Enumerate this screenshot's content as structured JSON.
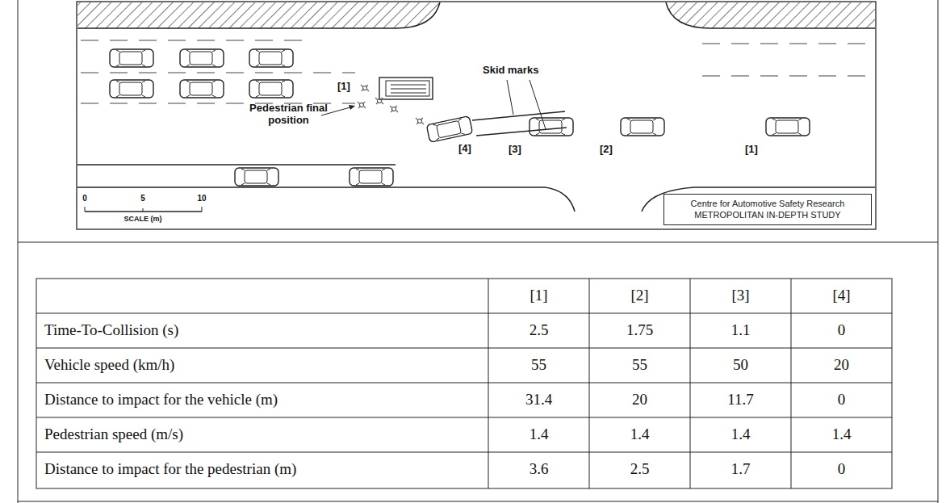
{
  "diagram": {
    "nodes": [
      {
        "text": [
          "Centre for Automotive Safety Research",
          "METROPOLITAN IN-DEPTH STUDY"
        ]
      }
    ],
    "labels": [
      "[1]",
      "Skid marks",
      "Pedestrian final position",
      "[4]",
      "[3]",
      "[2]",
      "[1]",
      "0",
      "5",
      "10",
      "SCALE (m)",
      "[1]",
      "[2]",
      "[3]",
      "[4]",
      "Time-To-Collision (s)",
      "2.5",
      "1.75",
      "1.1",
      "0",
      "Vehicle speed (km/h)",
      "55",
      "55",
      "50",
      "20",
      "Distance to impact for the vehicle (m)",
      "31.4",
      "20",
      "11.7",
      "0",
      "Pedestrian speed (m/s)",
      "1.4",
      "1.4",
      "1.4",
      "1.4",
      "Distance to impact for the pedestrian (m)",
      "3.6",
      "2.5",
      "1.7",
      "0"
    ]
  }
}
